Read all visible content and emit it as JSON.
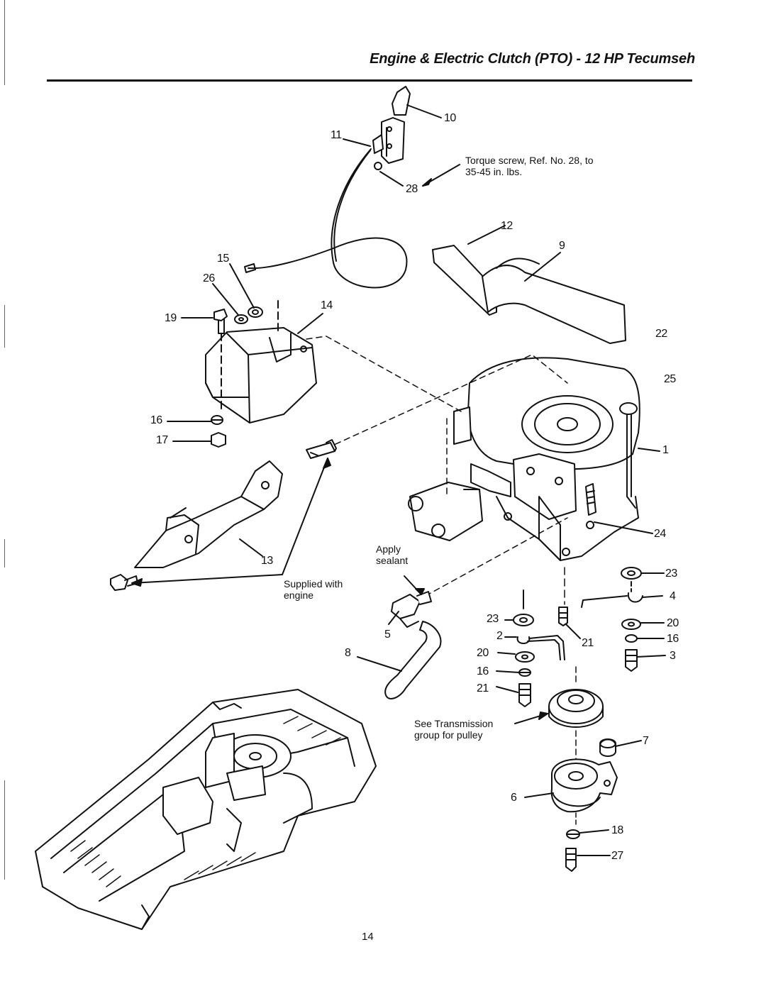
{
  "title": "Engine & Electric Clutch (PTO) - 12 HP Tecumseh",
  "page_number": "14",
  "notes": {
    "torque": "Torque screw, Ref. No. 28, to 35-45 in. lbs.",
    "torque_line1": "Torque screw, Ref. No. 28, to",
    "torque_line2": "35-45 in. lbs.",
    "supplied_line1": "Supplied with",
    "supplied_line2": "engine",
    "sealant_line1": "Apply",
    "sealant_line2": "sealant",
    "transmission_line1": "See Transmission",
    "transmission_line2": "group for pulley"
  },
  "callouts": {
    "c10": "10",
    "c11": "11",
    "c28": "28",
    "c12": "12",
    "c9": "9",
    "c15": "15",
    "c26": "26",
    "c19": "19",
    "c14": "14",
    "c22": "22",
    "c25": "25",
    "c1": "1",
    "c16a": "16",
    "c17": "17",
    "c13": "13",
    "c24": "24",
    "c23a": "23",
    "c4": "4",
    "c23b": "23",
    "c2": "2",
    "c20a": "20",
    "c16b": "16",
    "c21a": "21",
    "c5": "5",
    "c8": "8",
    "c20b": "20",
    "c16c": "16",
    "c3": "3",
    "c21b": "21",
    "c7": "7",
    "c6": "6",
    "c18": "18",
    "c27": "27"
  }
}
